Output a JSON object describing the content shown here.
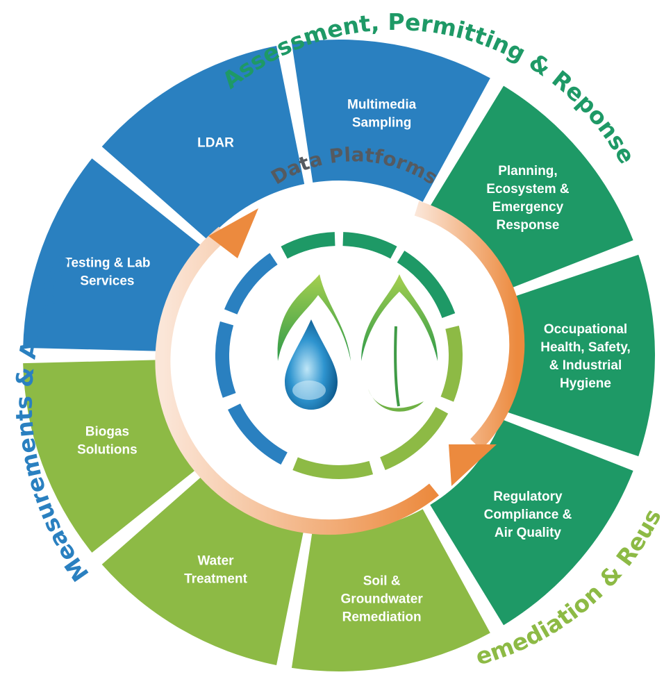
{
  "colors": {
    "blue": "#2a80c0",
    "dark_green": "#1e9966",
    "light_green": "#8dba45",
    "orange": "#ec8a3e",
    "gray_text": "#555a60"
  },
  "center_title": "Data Platforms",
  "logo_icon": "water-drop-and-leaf-logo",
  "arc_titles": {
    "assessment": "Assessment, Permitting & Reponse",
    "measurements": "Measurements & Analysis",
    "remediation": "Remediation & Reuse"
  },
  "segments": [
    {
      "group": "assessment",
      "lines": [
        "Planning,",
        "Ecosystem &",
        "Emergency",
        "Response"
      ]
    },
    {
      "group": "assessment",
      "lines": [
        "Occupational",
        "Health, Safety,",
        "& Industrial",
        "Hygiene"
      ]
    },
    {
      "group": "assessment",
      "lines": [
        "Regulatory",
        "Compliance &",
        "Air Quality"
      ]
    },
    {
      "group": "remediation",
      "lines": [
        "Soil &",
        "Groundwater",
        "Remediation"
      ]
    },
    {
      "group": "remediation",
      "lines": [
        "Water",
        "Treatment"
      ]
    },
    {
      "group": "remediation",
      "lines": [
        "Biogas",
        "Solutions"
      ]
    },
    {
      "group": "measurements",
      "lines": [
        "Testing & Lab",
        "Services"
      ]
    },
    {
      "group": "measurements",
      "lines": [
        "LDAR"
      ]
    },
    {
      "group": "measurements",
      "lines": [
        "Multimedia",
        "Sampling"
      ]
    }
  ]
}
